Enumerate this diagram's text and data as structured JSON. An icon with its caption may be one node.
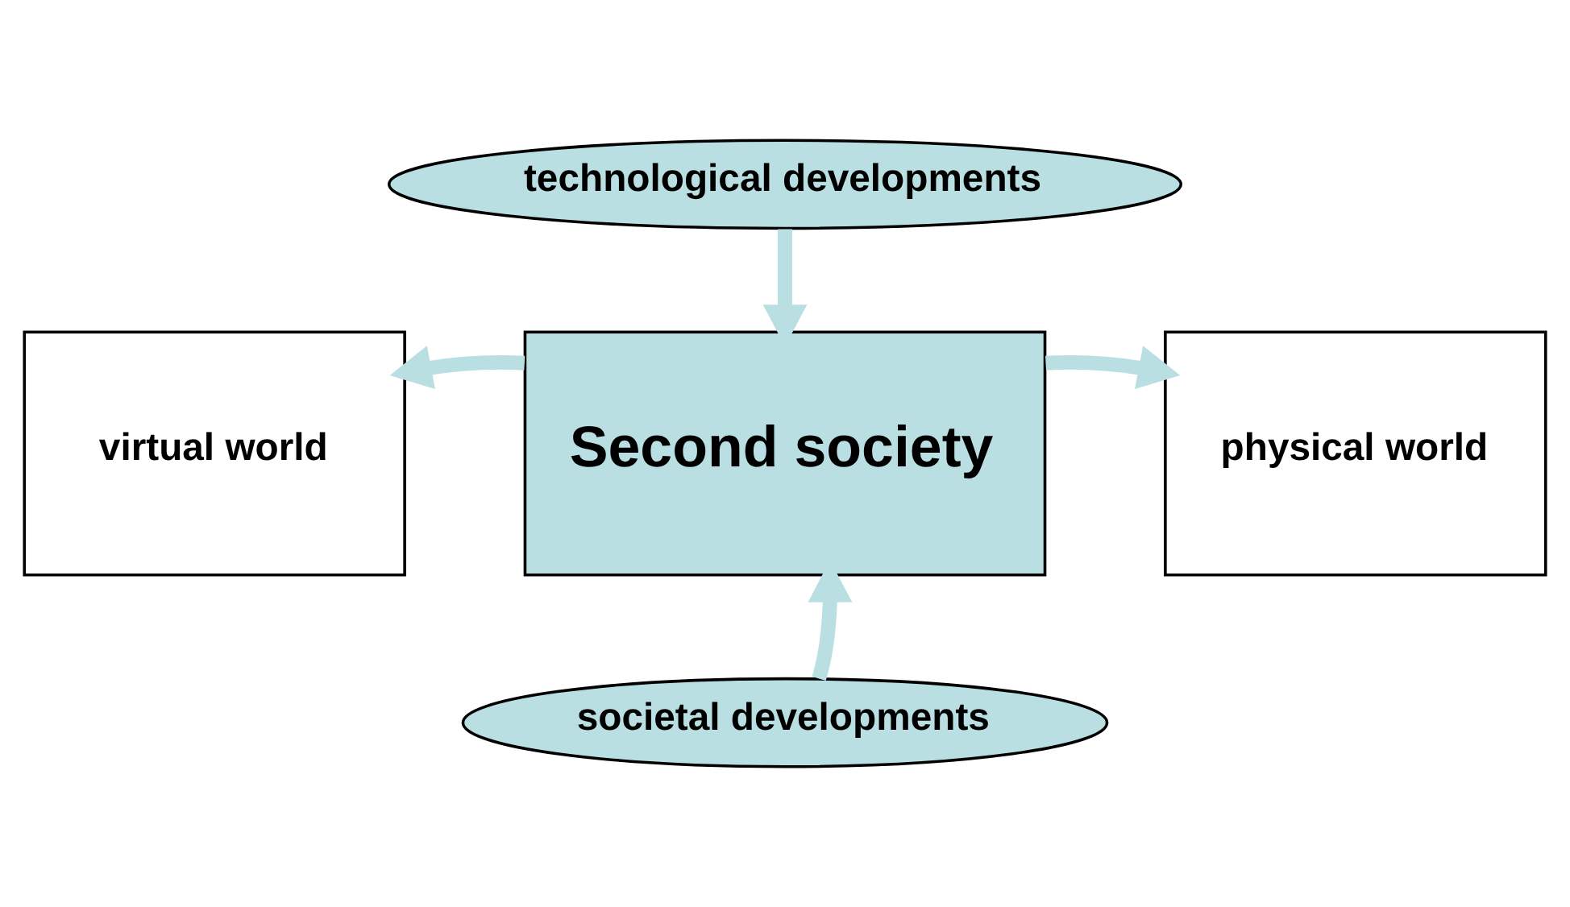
{
  "diagram": {
    "nodes": [
      {
        "text": [
          "technological developments"
        ]
      },
      {
        "text": [
          "virtual world"
        ]
      },
      {
        "text": [
          "Second society"
        ]
      },
      {
        "text": [
          "physical world"
        ]
      },
      {
        "text": [
          "societal developments"
        ]
      }
    ],
    "edges": [
      {
        "from": 0,
        "to": 2,
        "arrow": "to"
      },
      {
        "from": 2,
        "to": 1,
        "arrow": "to"
      },
      {
        "from": 2,
        "to": 3,
        "arrow": "to"
      },
      {
        "from": 4,
        "to": 2,
        "arrow": "to"
      }
    ]
  }
}
